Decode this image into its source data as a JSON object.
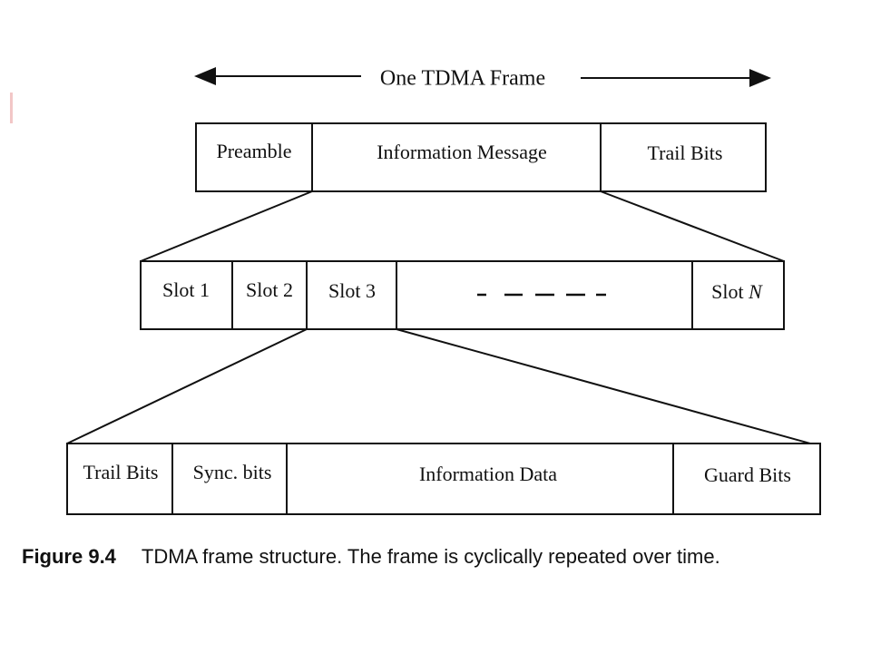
{
  "frame_title": "One TDMA Frame",
  "frame_fields": {
    "preamble": "Preamble",
    "information_message": "Information Message",
    "trail_bits": "Trail Bits"
  },
  "slots": {
    "slot_1": "Slot 1",
    "slot_2": "Slot 2",
    "slot_3": "Slot 3",
    "slot_n_prefix": "Slot ",
    "slot_n_variable": "N"
  },
  "slot_fields": {
    "trail_bits": "Trail Bits",
    "sync_bits": "Sync. bits",
    "information_data": "Information Data",
    "guard_bits": "Guard Bits"
  },
  "caption": {
    "number": "Figure 9.4",
    "text": "TDMA frame structure. The frame is cyclically repeated over time."
  }
}
